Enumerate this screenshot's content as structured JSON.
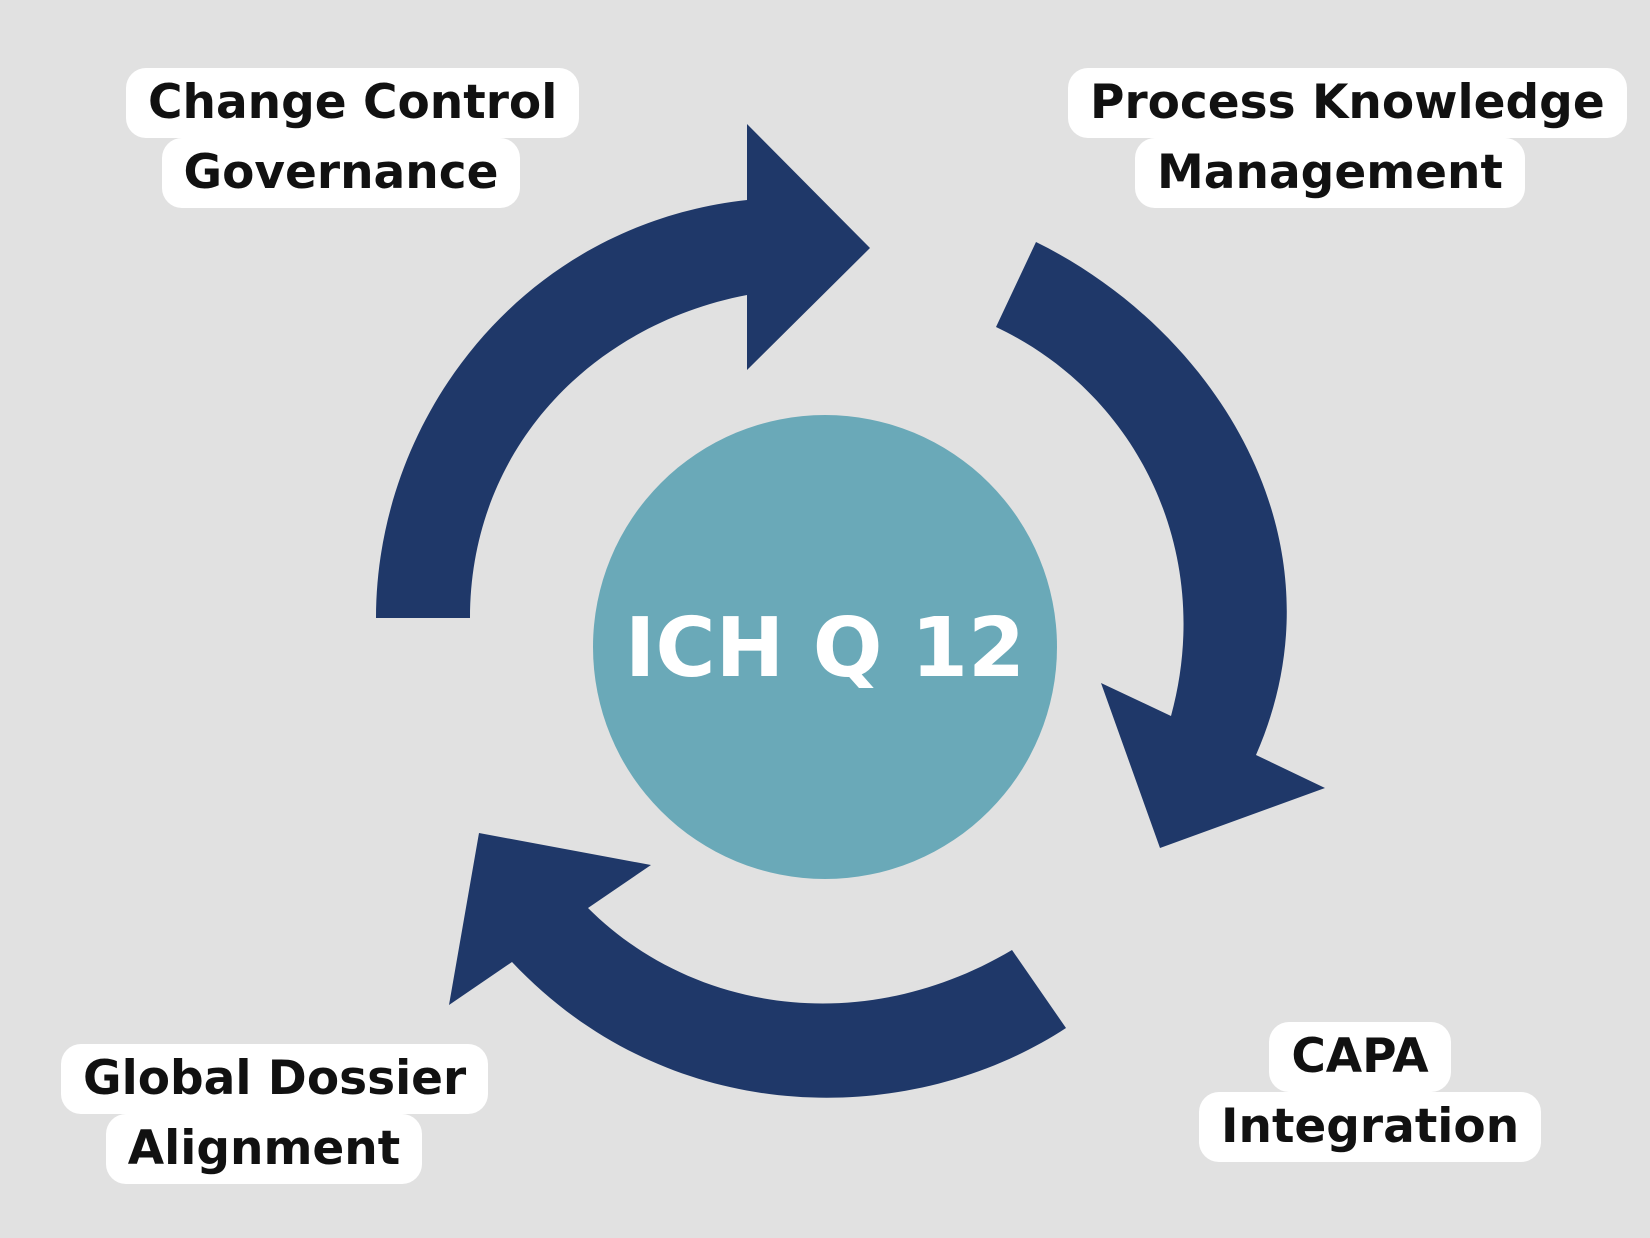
{
  "diagram": {
    "center_label": "ICH Q 12",
    "colors": {
      "background": "#e1e1e1",
      "arrow": "#1f3869",
      "center_circle": "#6aa9b8",
      "label_bg": "#ffffff",
      "label_text": "#111111"
    },
    "labels": {
      "top_left": {
        "line1": "Change Control",
        "line2": "Governance"
      },
      "top_right": {
        "line1": "Process Knowledge",
        "line2": "Management"
      },
      "bottom_right": {
        "line1": "CAPA",
        "line2": "Integration"
      },
      "bottom_left": {
        "line1": "Global Dossier",
        "line2": "Alignment"
      }
    }
  }
}
